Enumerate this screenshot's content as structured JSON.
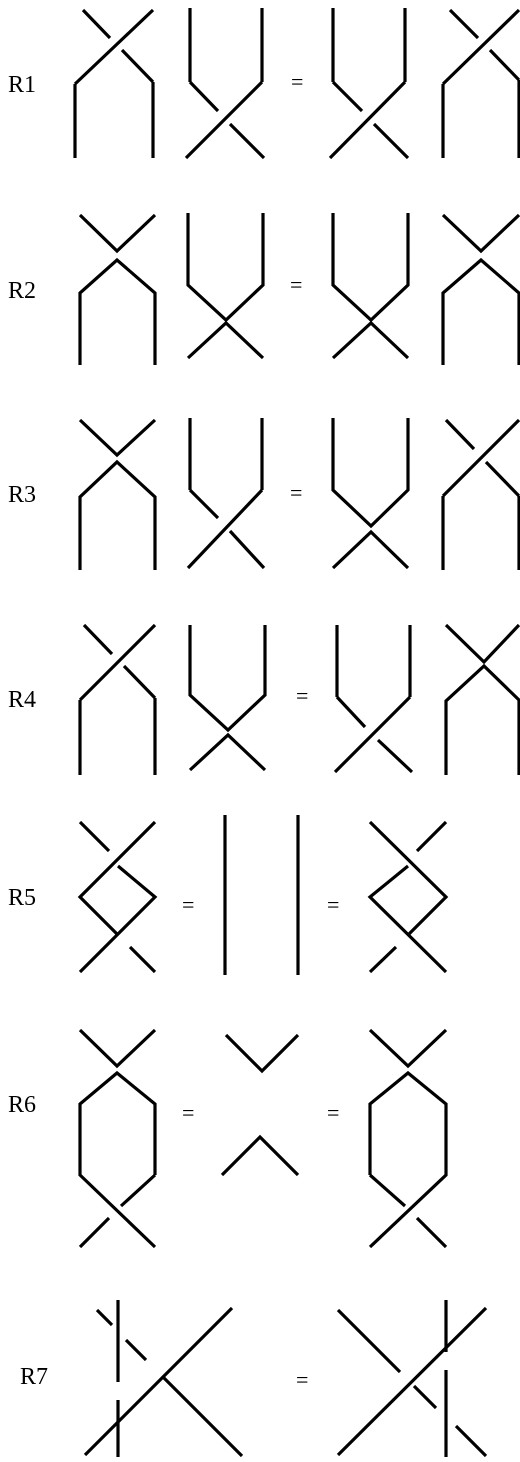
{
  "rules": [
    {
      "label": "R1",
      "equals": [
        "="
      ]
    },
    {
      "label": "R2",
      "equals": [
        "="
      ]
    },
    {
      "label": "R3",
      "equals": [
        "="
      ]
    },
    {
      "label": "R4",
      "equals": [
        "="
      ]
    },
    {
      "label": "R5",
      "equals": [
        "=",
        "="
      ]
    },
    {
      "label": "R6",
      "equals": [
        "=",
        "="
      ]
    },
    {
      "label": "R7",
      "equals": [
        "="
      ]
    }
  ],
  "colors": {
    "ink": "#000000",
    "background": "#ffffff"
  }
}
